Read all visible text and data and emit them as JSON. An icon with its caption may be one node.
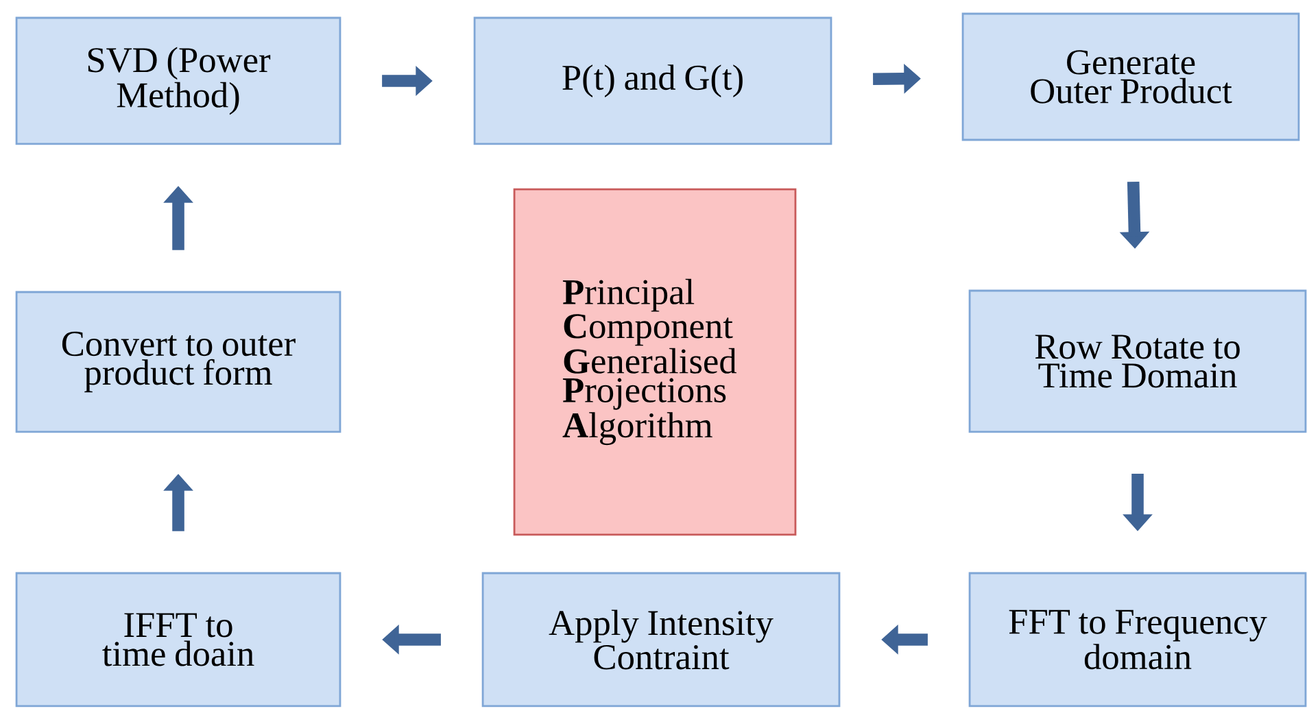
{
  "diagram": {
    "nodes": [
      {
        "text": [
          "SVD (Power Method)"
        ]
      },
      {
        "text": [
          "P(t) and G(t)"
        ]
      },
      {
        "text": [
          "Generate Outer Product"
        ]
      },
      {
        "text": [
          "Row Rotate to Time Domain"
        ]
      },
      {
        "text": [
          "FFT to Frequency domain"
        ]
      },
      {
        "text": [
          "Apply Intensity Contraint"
        ]
      },
      {
        "text": [
          "IFFT to time doain"
        ]
      },
      {
        "text": [
          "Convert to outer product form"
        ]
      },
      {
        "text": [
          "**P**rincipal **C**omponent **G**eneralised **P**rojections **A**lgorithm"
        ]
      }
    ],
    "edges": [
      {
        "from": 0,
        "to": 1,
        "arrow": "to"
      },
      {
        "from": 1,
        "to": 2,
        "arrow": "to"
      },
      {
        "from": 2,
        "to": 3,
        "arrow": "to"
      },
      {
        "from": 3,
        "to": 4,
        "arrow": "to"
      },
      {
        "from": 4,
        "to": 5,
        "arrow": "to"
      },
      {
        "from": 5,
        "to": 6,
        "arrow": "to"
      },
      {
        "from": 6,
        "to": 7,
        "arrow": "to"
      },
      {
        "from": 7,
        "to": 0,
        "arrow": "to"
      }
    ]
  }
}
